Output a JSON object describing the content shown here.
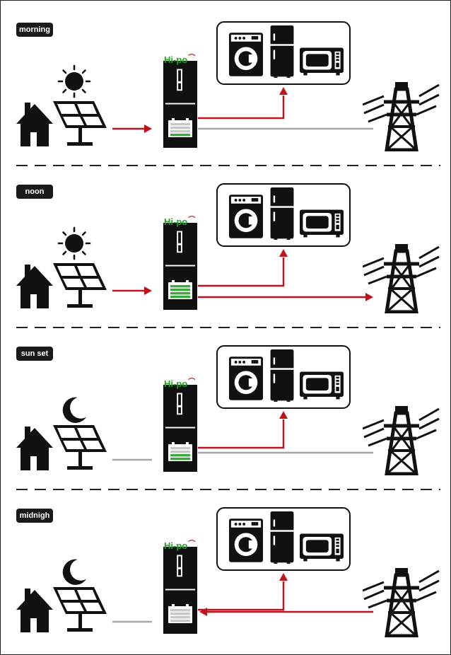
{
  "brand": {
    "name": "Hi-po",
    "name_color": "#1aa51a",
    "swoosh_color": "#c0141c"
  },
  "colors": {
    "power_flow": "#c0141c",
    "idle_line": "#a6a6a6",
    "icon": "#111111",
    "divider": "#222222",
    "battery_charged": "#3aaa3a",
    "battery_empty": "#c8c8c8"
  },
  "panels": [
    {
      "label": "morning",
      "sky_icon": "sun-icon",
      "battery_state": "charging-low",
      "solar_to_battery": "active",
      "battery_to_appliances": "active",
      "battery_grid_link": "idle",
      "grid_direction": "none"
    },
    {
      "label": "noon",
      "sky_icon": "sun-icon",
      "battery_state": "charged",
      "solar_to_battery": "active",
      "battery_to_appliances": "active",
      "battery_grid_link": "active",
      "grid_direction": "to-grid"
    },
    {
      "label": "sun set",
      "sky_icon": "moon-icon",
      "battery_state": "discharging",
      "solar_to_battery": "idle",
      "battery_to_appliances": "active",
      "battery_grid_link": "idle",
      "grid_direction": "none"
    },
    {
      "label": "midnigh",
      "sky_icon": "moon-icon",
      "battery_state": "empty",
      "solar_to_battery": "idle",
      "battery_to_appliances": "active",
      "battery_grid_link": "active",
      "grid_direction": "from-grid"
    }
  ],
  "appliances": [
    "washing-machine-icon",
    "refrigerator-icon",
    "microwave-icon"
  ]
}
